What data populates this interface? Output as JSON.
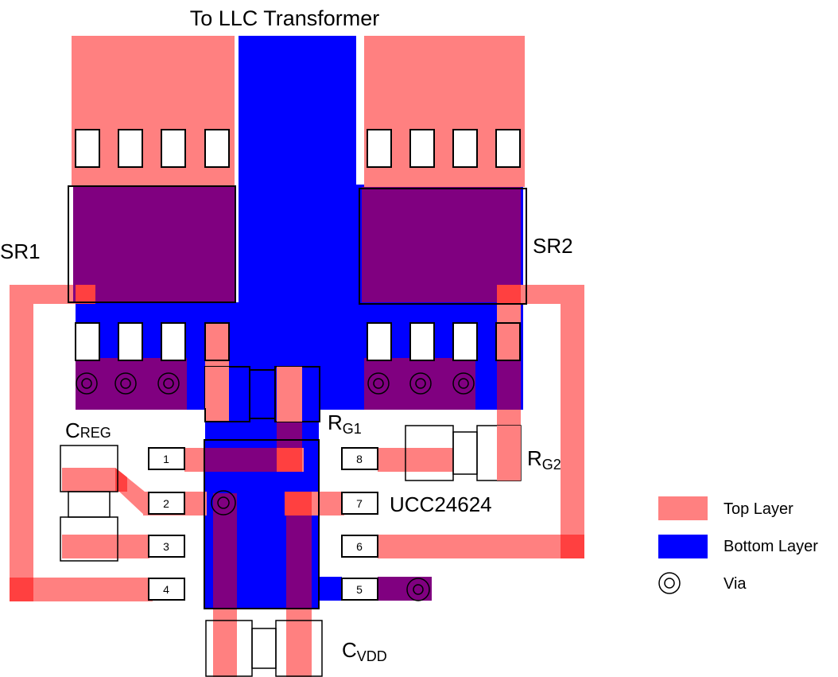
{
  "title": "To LLC Transformer",
  "colors": {
    "top_layer": "#ff8080",
    "bottom_layer": "#0000ff",
    "overlap": "#800080",
    "junction": "#ff4040"
  },
  "labels": {
    "sr1": "SR1",
    "sr2": "SR2",
    "ic": "UCC24624",
    "creg_main": "C",
    "creg_sub": "REG",
    "cvdd_main": "C",
    "cvdd_sub": "VDD",
    "rg1_main": "R",
    "rg1_sub": "G1",
    "rg2_main": "R",
    "rg2_sub": "G2"
  },
  "pins": [
    "1",
    "2",
    "3",
    "4",
    "5",
    "6",
    "7",
    "8"
  ],
  "legend": [
    {
      "label": "Top Layer",
      "swatch": "top"
    },
    {
      "label": "Bottom Layer",
      "swatch": "bottom"
    },
    {
      "label": "Via",
      "swatch": "via"
    }
  ]
}
